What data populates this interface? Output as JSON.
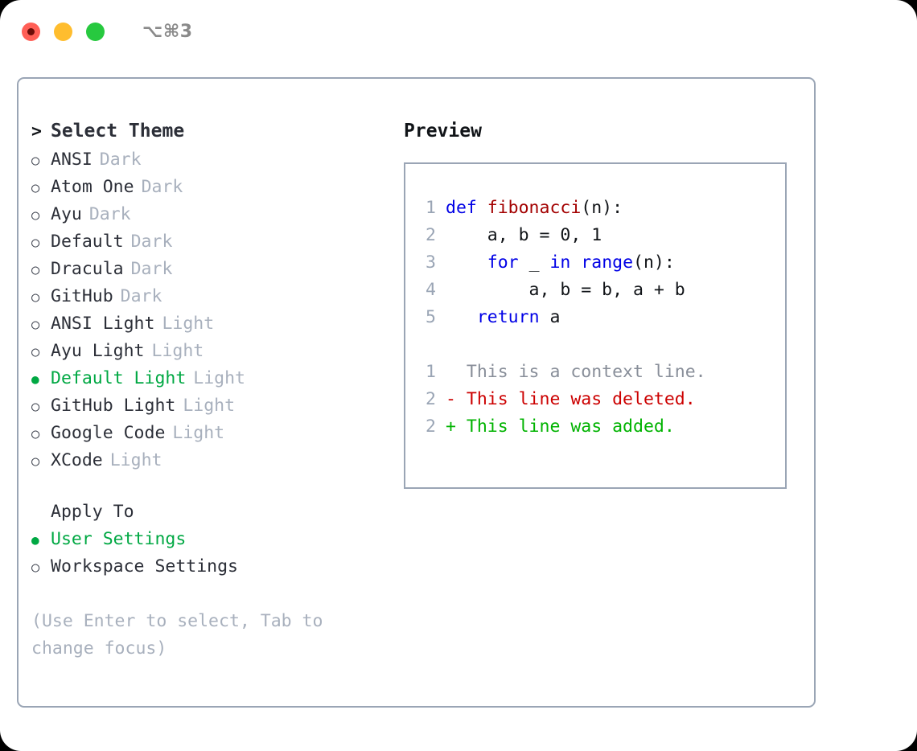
{
  "titlebar": {
    "shortcut": "⌥⌘3",
    "dots": [
      {
        "name": "close-button",
        "color": "#ff5f56"
      },
      {
        "name": "minimize-button",
        "color": "#ffbd2e"
      },
      {
        "name": "maximize-button",
        "color": "#27c93f"
      }
    ]
  },
  "theme_picker": {
    "header_marker": ">",
    "header": "Select Theme",
    "items": [
      {
        "marker": "○",
        "label": "ANSI",
        "mode": "Dark",
        "selected": false
      },
      {
        "marker": "○",
        "label": "Atom One",
        "mode": "Dark",
        "selected": false
      },
      {
        "marker": "○",
        "label": "Ayu",
        "mode": "Dark",
        "selected": false
      },
      {
        "marker": "○",
        "label": "Default",
        "mode": "Dark",
        "selected": false
      },
      {
        "marker": "○",
        "label": "Dracula",
        "mode": "Dark",
        "selected": false
      },
      {
        "marker": "○",
        "label": "GitHub",
        "mode": "Dark",
        "selected": false
      },
      {
        "marker": "○",
        "label": "ANSI Light",
        "mode": "Light",
        "selected": false
      },
      {
        "marker": "○",
        "label": "Ayu Light",
        "mode": "Light",
        "selected": false
      },
      {
        "marker": "●",
        "label": "Default Light",
        "mode": "Light",
        "selected": true
      },
      {
        "marker": "○",
        "label": "GitHub Light",
        "mode": "Light",
        "selected": false
      },
      {
        "marker": "○",
        "label": "Google Code",
        "mode": "Light",
        "selected": false
      },
      {
        "marker": "○",
        "label": "XCode",
        "mode": "Light",
        "selected": false
      }
    ]
  },
  "apply_to": {
    "title": "Apply To",
    "options": [
      {
        "marker": "●",
        "label": "User Settings",
        "selected": true
      },
      {
        "marker": "○",
        "label": "Workspace Settings",
        "selected": false
      }
    ]
  },
  "hint": "(Use Enter to select, Tab to change focus)",
  "preview": {
    "title": "Preview",
    "code_lines": [
      {
        "num": "1",
        "tokens": [
          {
            "t": "def ",
            "c": "kw"
          },
          {
            "t": "fibonacci",
            "c": "fn"
          },
          {
            "t": "(n):",
            "c": "plain"
          }
        ]
      },
      {
        "num": "2",
        "tokens": [
          {
            "t": "    a, b = 0, 1",
            "c": "plain"
          }
        ]
      },
      {
        "num": "3",
        "tokens": [
          {
            "t": "    ",
            "c": "plain"
          },
          {
            "t": "for",
            "c": "kw"
          },
          {
            "t": " _ ",
            "c": "plain"
          },
          {
            "t": "in range",
            "c": "kw"
          },
          {
            "t": "(n):",
            "c": "plain"
          }
        ]
      },
      {
        "num": "4",
        "tokens": [
          {
            "t": "        a, b = b, a + b",
            "c": "plain"
          }
        ]
      },
      {
        "num": "5",
        "tokens": [
          {
            "t": "   ",
            "c": "plain"
          },
          {
            "t": "return",
            "c": "kw"
          },
          {
            "t": " a",
            "c": "plain"
          }
        ]
      }
    ],
    "diff_lines": [
      {
        "num": "1",
        "sign": " ",
        "text": " This is a context line.",
        "kind": "ctx"
      },
      {
        "num": "2",
        "sign": "-",
        "text": " This line was deleted.",
        "kind": "del"
      },
      {
        "num": "2",
        "sign": "+",
        "text": " This line was added.",
        "kind": "add"
      }
    ]
  },
  "colors": {
    "accent_green": "#00a843",
    "border": "#9aa5b5",
    "muted": "#a8b0bd",
    "keyword": "#0000e6",
    "function": "#a30000",
    "diff_add": "#00b300",
    "diff_del": "#cc0000"
  }
}
